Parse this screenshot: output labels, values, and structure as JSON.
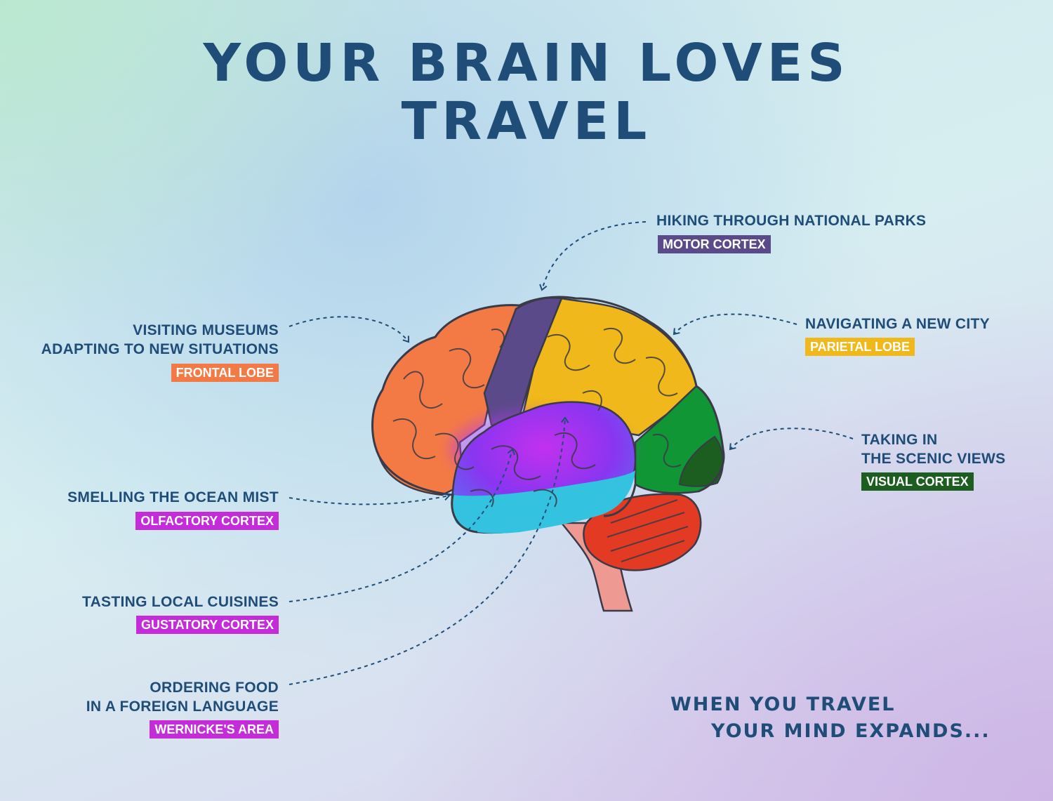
{
  "title": {
    "line1": "YOUR BRAIN LOVES",
    "line2": "TRAVEL"
  },
  "regions": [
    {
      "id": "frontal",
      "activity": [
        "VISITING MUSEUMS",
        "ADAPTING TO NEW SITUATIONS"
      ],
      "tag": "FRONTAL LOBE",
      "color": "#f47a45"
    },
    {
      "id": "motor",
      "activity": [
        "HIKING THROUGH NATIONAL PARKS"
      ],
      "tag": "MOTOR CORTEX",
      "color": "#5b4a8a"
    },
    {
      "id": "parietal",
      "activity": [
        "NAVIGATING A NEW CITY"
      ],
      "tag": "PARIETAL LOBE",
      "color": "#f0b81a"
    },
    {
      "id": "visual",
      "activity": [
        "TAKING IN",
        "THE SCENIC VIEWS"
      ],
      "tag": "VISUAL CORTEX",
      "color": "#1b5e20"
    },
    {
      "id": "olfactory",
      "activity": [
        "SMELLING THE OCEAN MIST"
      ],
      "tag": "OLFACTORY CORTEX",
      "color": "#c32cd8"
    },
    {
      "id": "gustatory",
      "activity": [
        "TASTING LOCAL CUISINES"
      ],
      "tag": "GUSTATORY CORTEX",
      "color": "#c32cd8"
    },
    {
      "id": "wernicke",
      "activity": [
        "ORDERING FOOD",
        "IN A FOREIGN LANGUAGE"
      ],
      "tag": "WERNICKE'S AREA",
      "color": "#c32cd8"
    }
  ],
  "tagline": {
    "line1": "WHEN YOU TRAVEL",
    "line2": "YOUR MIND EXPANDS..."
  },
  "colors": {
    "heading": "#1f4d78",
    "occipital": "#119636",
    "temporal": "#9b2cf0",
    "temporal_lower": "#33c3e0",
    "cerebellum": "#e23a23",
    "brainstem": "#ee9a93"
  }
}
